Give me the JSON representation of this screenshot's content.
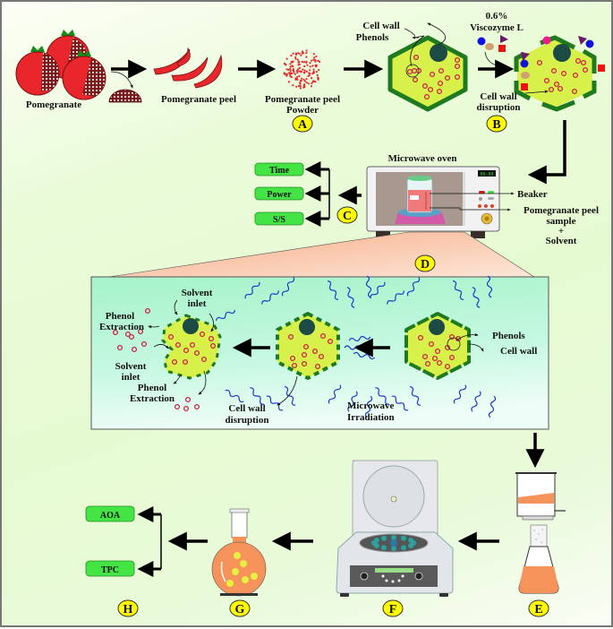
{
  "title": "Microwave-assisted enzymatic extraction of phenols from pomegranate peel",
  "colors": {
    "badge_fill": "#ffff00",
    "param_box": "#44e444",
    "cell_fill": "#d8f04a",
    "cell_wall": "#1f7a1f",
    "nucleus": "#1c4a44",
    "phenol_ring": "#cc2244",
    "microwave_wave": "#1a3acc",
    "panel_top": "#a8f5c8",
    "panel_bottom": "#eafdf6",
    "wedge": "#f7b896",
    "extract_orange": "#f5935a"
  },
  "stage_top": {
    "pomegranate_label": "Pomegranate",
    "peel_label": "Pomegranate peel",
    "powder_label_line1": "Pomegranate peel",
    "powder_label_line2": "Powder",
    "badge_a": "A",
    "cell_wall_label": "Cell wall",
    "phenols_label": "Phenols",
    "enzyme_line1": "0.6%",
    "enzyme_line2": "Viscozyme L",
    "disruption_line1": "Cell wall",
    "disruption_line2": "disruption",
    "badge_b": "B"
  },
  "stage_microwave": {
    "title": "Microwave oven",
    "display": "00:00",
    "beaker_label": "Beaker",
    "sample_line1": "Pomegranate peel",
    "sample_line2": "sample",
    "sample_line3": "+",
    "sample_line4": "Solvent",
    "badge_c": "C",
    "badge_d": "D",
    "parameters": [
      "Time",
      "Power",
      "S/S"
    ]
  },
  "stage_panel": {
    "phenols_label": "Phenols",
    "cell_wall_label": "Cell wall",
    "irradiation_line1": "Microwave",
    "irradiation_line2": "Irradiation",
    "disruption_line1": "Cell wall",
    "disruption_line2": "disruption",
    "solvent_inlet_top_line1": "Solvent",
    "solvent_inlet_top_line2": "inlet",
    "solvent_inlet_left_line1": "Solvent",
    "solvent_inlet_left_line2": "inlet",
    "phenol_extraction_top_line1": "Phenol",
    "phenol_extraction_top_line2": "Extraction",
    "phenol_extraction_bottom_line1": "Phenol",
    "phenol_extraction_bottom_line2": "Extraction"
  },
  "stage_bottom": {
    "badge_e": "E",
    "badge_f": "F",
    "badge_g": "G",
    "badge_h": "H",
    "analyses": [
      "AOA",
      "TPC"
    ]
  }
}
